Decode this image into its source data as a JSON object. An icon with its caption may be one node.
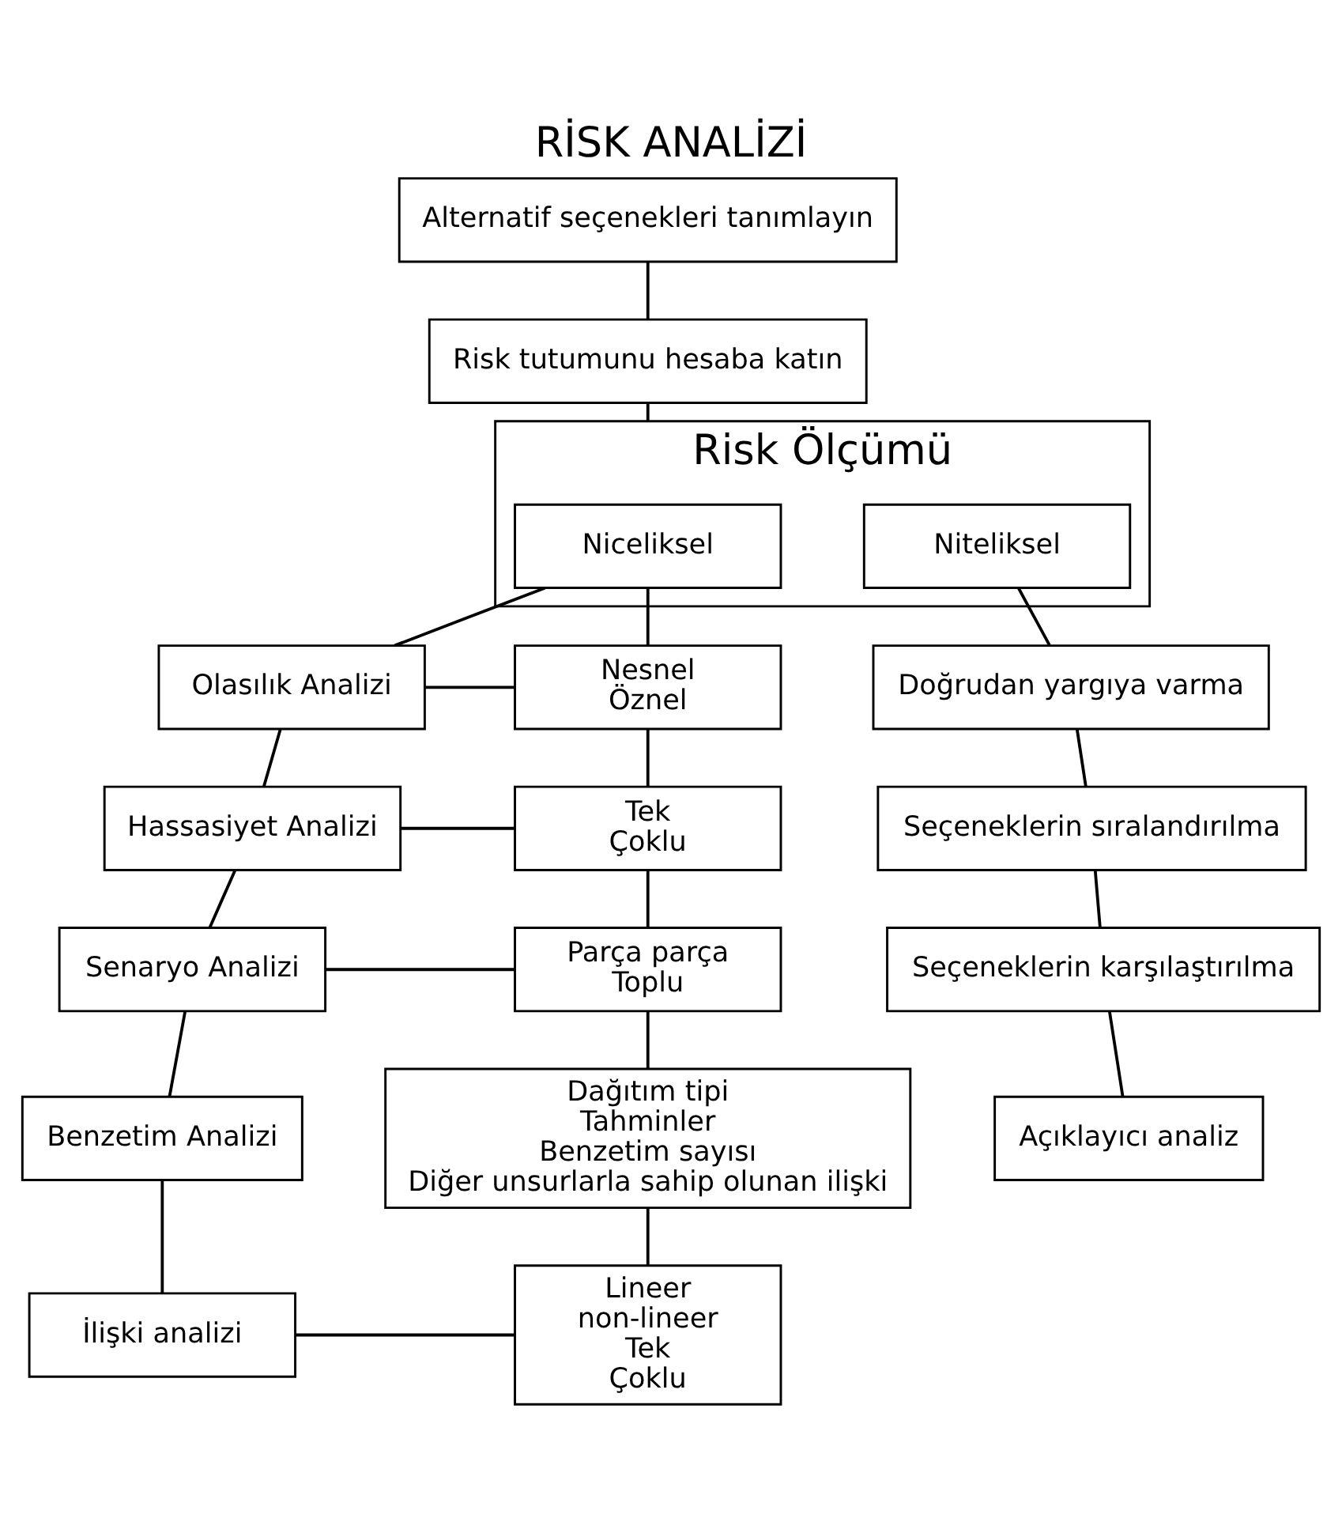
{
  "diagram": {
    "title": "RİSK ANALİZİ",
    "nodes": [
      {
        "text": [
          "Alternatif seçenekleri tanımlayın"
        ]
      },
      {
        "text": [
          "Risk tutumunu hesaba katın"
        ]
      },
      {
        "text": [
          "Risk Ölçümü"
        ]
      },
      {
        "text": [
          "Niceliksel"
        ],
        "in": 2
      },
      {
        "text": [
          "Niteliksel"
        ],
        "in": 2
      },
      {
        "text": [
          "Olasılık Analizi"
        ]
      },
      {
        "text": [
          "Nesnel",
          "Öznel"
        ]
      },
      {
        "text": [
          "Doğrudan yargıya varma"
        ]
      },
      {
        "text": [
          "Hassasiyet Analizi"
        ]
      },
      {
        "text": [
          "Tek",
          "Çoklu"
        ]
      },
      {
        "text": [
          "Seçeneklerin sıralandırılma"
        ]
      },
      {
        "text": [
          "Senaryo Analizi"
        ]
      },
      {
        "text": [
          "Parça parça",
          "Toplu"
        ]
      },
      {
        "text": [
          "Seçeneklerin karşılaştırılma"
        ]
      },
      {
        "text": [
          "Benzetim Analizi"
        ]
      },
      {
        "text": [
          "Dağıtım tipi",
          "Tahminler",
          "Benzetim sayısı",
          "Diğer unsurlarla sahip olunan ilişki"
        ]
      },
      {
        "text": [
          "Açıklayıcı analiz"
        ]
      },
      {
        "text": [
          "İlişki analizi"
        ]
      },
      {
        "text": [
          "Lineer",
          "non-lineer",
          "Tek",
          "Çoklu"
        ]
      }
    ],
    "edges": [
      {
        "from": 0,
        "to": 1,
        "arrow": "none"
      },
      {
        "from": 1,
        "to": 2,
        "arrow": "none"
      },
      {
        "from": 3,
        "to": 5,
        "arrow": "none"
      },
      {
        "from": 3,
        "to": 6,
        "arrow": "none"
      },
      {
        "from": 4,
        "to": 7,
        "arrow": "none"
      },
      {
        "from": 5,
        "to": 6,
        "arrow": "none"
      },
      {
        "from": 5,
        "to": 8,
        "arrow": "none"
      },
      {
        "from": 6,
        "to": 9,
        "arrow": "none"
      },
      {
        "from": 7,
        "to": 10,
        "arrow": "none"
      },
      {
        "from": 8,
        "to": 9,
        "arrow": "none"
      },
      {
        "from": 8,
        "to": 11,
        "arrow": "none"
      },
      {
        "from": 9,
        "to": 12,
        "arrow": "none"
      },
      {
        "from": 10,
        "to": 13,
        "arrow": "none"
      },
      {
        "from": 11,
        "to": 12,
        "arrow": "none"
      },
      {
        "from": 11,
        "to": 14,
        "arrow": "none"
      },
      {
        "from": 12,
        "to": 15,
        "arrow": "none"
      },
      {
        "from": 13,
        "to": 16,
        "arrow": "none"
      },
      {
        "from": 14,
        "to": 17,
        "arrow": "none"
      },
      {
        "from": 15,
        "to": 18,
        "arrow": "none"
      },
      {
        "from": 17,
        "to": 18,
        "arrow": "none"
      }
    ]
  }
}
